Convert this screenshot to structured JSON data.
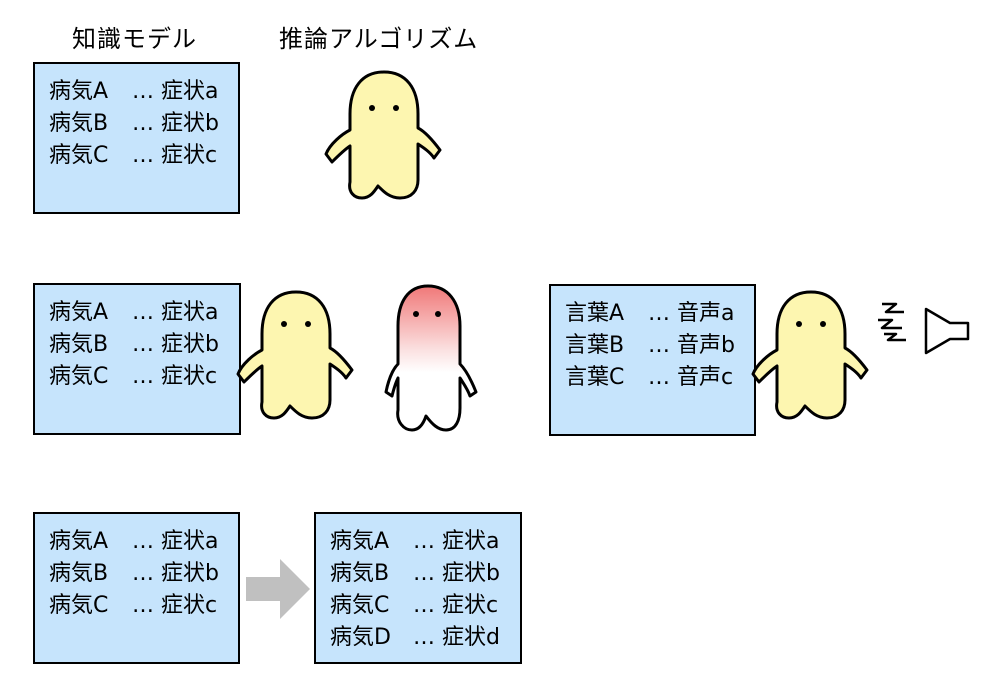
{
  "colors": {
    "box_fill": "#c6e4fc",
    "box_border": "#000000",
    "creature_fill": "#fdf6b0",
    "creature_head_glow": "#f07878",
    "arrow_fill": "#c0c0c0"
  },
  "headings": {
    "knowledge_model": "知識モデル",
    "inference_algorithm": "推論アルゴリズム"
  },
  "boxes": {
    "top_knowledge": [
      {
        "left": "病気A",
        "sep": "…",
        "right": "症状a"
      },
      {
        "left": "病気B",
        "sep": "…",
        "right": "症状b"
      },
      {
        "left": "病気C",
        "sep": "…",
        "right": "症状c"
      }
    ],
    "middle_knowledge": [
      {
        "left": "病気A",
        "sep": "…",
        "right": "症状a"
      },
      {
        "left": "病気B",
        "sep": "…",
        "right": "症状b"
      },
      {
        "left": "病気C",
        "sep": "…",
        "right": "症状c"
      }
    ],
    "speech_knowledge": [
      {
        "left": "言葉A",
        "sep": "…",
        "right": "音声a"
      },
      {
        "left": "言葉B",
        "sep": "…",
        "right": "音声b"
      },
      {
        "left": "言葉C",
        "sep": "…",
        "right": "音声c"
      }
    ],
    "bottom_before": [
      {
        "left": "病気A",
        "sep": "…",
        "right": "症状a"
      },
      {
        "left": "病気B",
        "sep": "…",
        "right": "症状b"
      },
      {
        "left": "病気C",
        "sep": "…",
        "right": "症状c"
      }
    ],
    "bottom_after": [
      {
        "left": "病気A",
        "sep": "…",
        "right": "症状a"
      },
      {
        "left": "病気B",
        "sep": "…",
        "right": "症状b"
      },
      {
        "left": "病気C",
        "sep": "…",
        "right": "症状c"
      },
      {
        "left": "病気D",
        "sep": "…",
        "right": "症状d"
      }
    ]
  },
  "icons": {
    "creature": "ghost-creature-icon",
    "creature_thinking": "ghost-creature-thinking-icon",
    "sound": "sound-wave-icon",
    "speaker": "speaker-icon",
    "arrow": "arrow-right-icon"
  }
}
